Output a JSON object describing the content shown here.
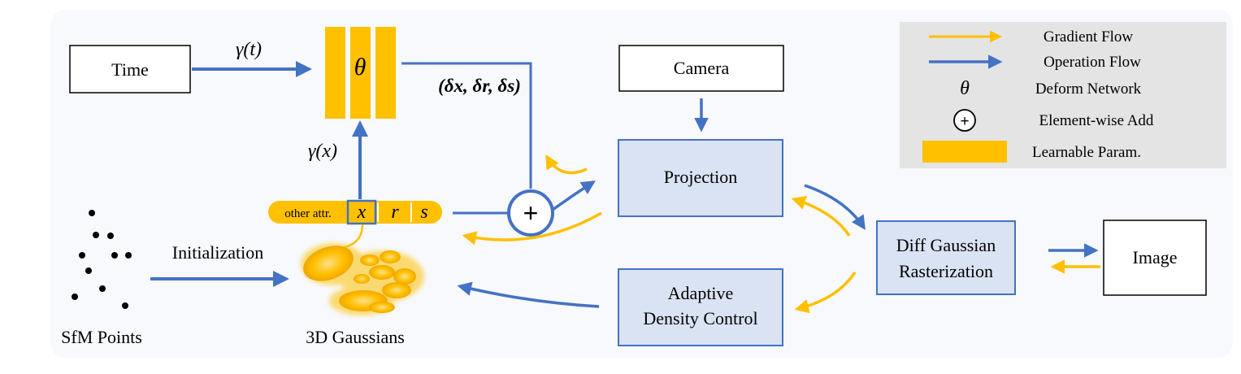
{
  "colors": {
    "background_panel": "#f7f9fc",
    "gradient_flow": "#ffc000",
    "operation_flow": "#4472c4",
    "learnable_param": "#ffc000",
    "block_fill": "#dae3f3",
    "block_stroke": "#4472c4",
    "legend_bg": "#e4e4e4"
  },
  "nodes": {
    "time": "Time",
    "camera": "Camera",
    "projection": "Projection",
    "adaptive_line1": "Adaptive",
    "adaptive_line2": "Density Control",
    "diff_line1": "Diff Gaussian",
    "diff_line2": "Rasterization",
    "image": "Image",
    "sfm_points": "SfM Points",
    "gaussians_3d": "3D Gaussians"
  },
  "labels": {
    "gamma_t": "γ(t)",
    "gamma_x": "γ(x)",
    "theta": "θ",
    "deltas": "(δx, δr, δs)",
    "initialization": "Initialization",
    "plus": "+"
  },
  "attributes": {
    "other": "other attr.",
    "x": "x",
    "r": "r",
    "s": "s"
  },
  "legend": {
    "gradient_flow": "Gradient Flow",
    "operation_flow": "Operation Flow",
    "theta_symbol": "θ",
    "deform_network": "Deform Network",
    "plus_symbol": "+",
    "element_wise_add": "Element-wise Add",
    "learnable_param": "Learnable Param."
  }
}
